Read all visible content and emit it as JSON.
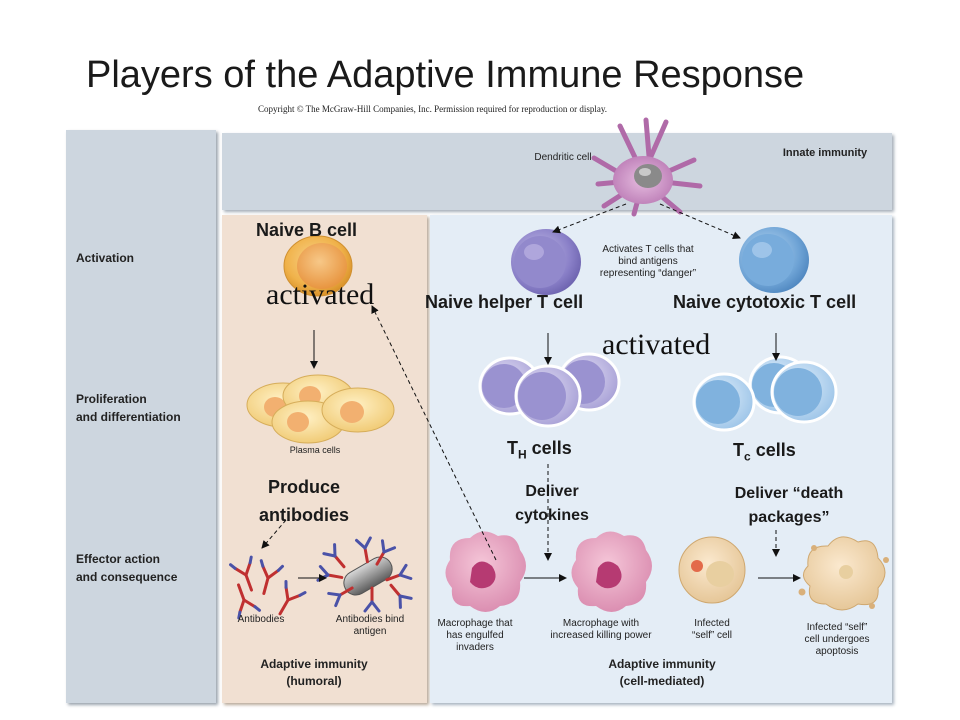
{
  "title": "Players of the Adaptive Immune Response",
  "copyright": "Copyright © The McGraw-Hill Companies, Inc. Permission required for reproduction or display.",
  "stages": {
    "activation": "Activation",
    "proliferation_line1": "Proliferation",
    "proliferation_line2": "and differentiation",
    "effector_line1": "Effector action",
    "effector_line2": "and consequence"
  },
  "innate": {
    "label": "Innate immunity",
    "dendritic_cell": "Dendritic cell",
    "activates_line1": "Activates T cells that",
    "activates_line2": "bind antigens",
    "activates_line3": "representing “danger”"
  },
  "humoral": {
    "naive_b_cell": "Naive B cell",
    "activated": "activated",
    "plasma_cells": "Plasma cells",
    "produce_line1": "Produce",
    "produce_line2": "antibodies",
    "antibodies": "Antibodies",
    "antibodies_bind_line1": "Antibodies bind",
    "antibodies_bind_line2": "antigen",
    "footer_line1": "Adaptive immunity",
    "footer_line2": "(humoral)"
  },
  "cell_mediated": {
    "naive_helper": "Naive helper T cell",
    "naive_cytotoxic": "Naive cytotoxic T cell",
    "activated": "activated",
    "th_cells_main": "T",
    "th_cells_sub": "H",
    "th_cells_tail": " cells",
    "tc_cells_main": "T",
    "tc_cells_sub": "c",
    "tc_cells_tail": " cells",
    "deliver_cytokines_line1": "Deliver",
    "deliver_cytokines_line2": "cytokines",
    "deliver_death_line1": "Deliver “death",
    "deliver_death_line2": "packages”",
    "macrophage_engulfed_line1": "Macrophage that",
    "macrophage_engulfed_line2": "has engulfed",
    "macrophage_engulfed_line3": "invaders",
    "macrophage_killing_line1": "Macrophage with",
    "macrophage_killing_line2": "increased killing power",
    "infected_line1": "Infected",
    "infected_line2": "“self” cell",
    "apoptosis_line1": "Infected “self”",
    "apoptosis_line2": "cell undergoes",
    "apoptosis_line3": "apoptosis",
    "footer_line1": "Adaptive immunity",
    "footer_line2": "(cell-mediated)"
  },
  "colors": {
    "innate_bg": "#cdd6df",
    "humoral_bg": "#f1e0d2",
    "cell_mediated_bg": "#e4edf6",
    "left_column_bg": "#cdd6df"
  }
}
